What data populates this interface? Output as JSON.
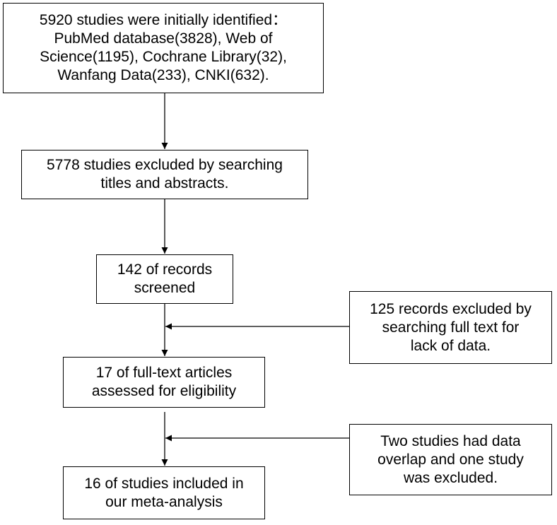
{
  "flow": {
    "identified": {
      "lines": [
        "5920 studies were initially identified：",
        "PubMed database(3828), Web of",
        "Science(1195), Cochrane Library(32),",
        "Wanfang Data(233), CNKI(632)."
      ]
    },
    "excluded_titles": {
      "lines": [
        "5778 studies excluded by searching",
        "titles and abstracts."
      ]
    },
    "screened": {
      "lines": [
        "142 of records",
        "screened"
      ]
    },
    "excluded_fulltext": {
      "lines": [
        "125 records excluded by",
        "searching full text for",
        "lack of data."
      ]
    },
    "assessed": {
      "lines": [
        "17 of full-text articles",
        "assessed for eligibility"
      ]
    },
    "overlap": {
      "lines": [
        "Two studies had data",
        "overlap and one study",
        "was excluded."
      ]
    },
    "included": {
      "lines": [
        "16 of studies included in",
        "our meta-analysis"
      ]
    }
  }
}
